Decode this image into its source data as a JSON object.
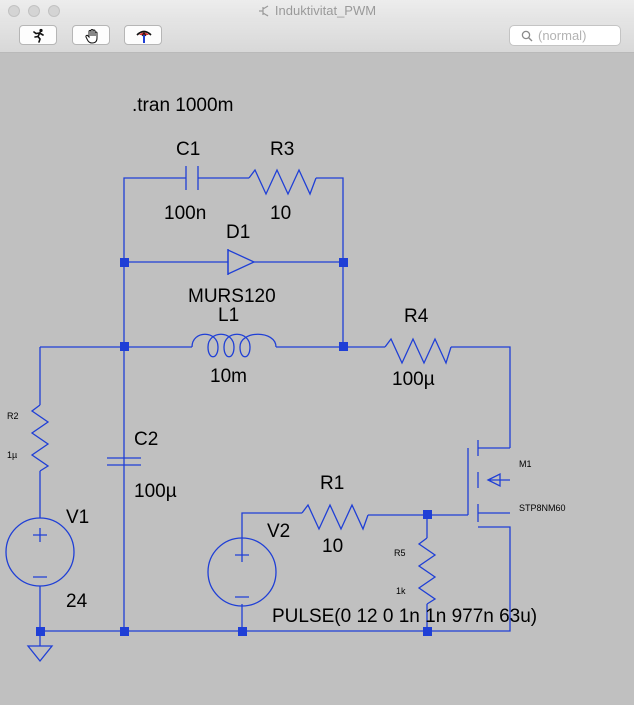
{
  "window": {
    "title": "Induktivitat_PWM"
  },
  "toolbar": {
    "search_placeholder": "(normal)"
  },
  "schematic": {
    "directive": ".tran 1000m",
    "components": {
      "C1": {
        "name": "C1",
        "value": "100n"
      },
      "R3": {
        "name": "R3",
        "value": "10"
      },
      "D1": {
        "name": "D1",
        "value": "MURS120"
      },
      "L1": {
        "name": "L1",
        "value": "10m"
      },
      "R4": {
        "name": "R4",
        "value": "100µ"
      },
      "R2": {
        "name": "R2",
        "value": "1µ"
      },
      "C2": {
        "name": "C2",
        "value": "100µ"
      },
      "V1": {
        "name": "V1",
        "value": "24"
      },
      "M1": {
        "name": "M1",
        "value": "STP8NM60"
      },
      "R1": {
        "name": "R1",
        "value": "10"
      },
      "V2": {
        "name": "V2",
        "value": "PULSE(0 12 0 1n 1n 977n 63u)"
      },
      "R5": {
        "name": "R5",
        "value": "1k"
      }
    }
  },
  "colors": {
    "wire": "#1f3fd6",
    "canvas": "#c0c0c0",
    "text": "#000000"
  }
}
